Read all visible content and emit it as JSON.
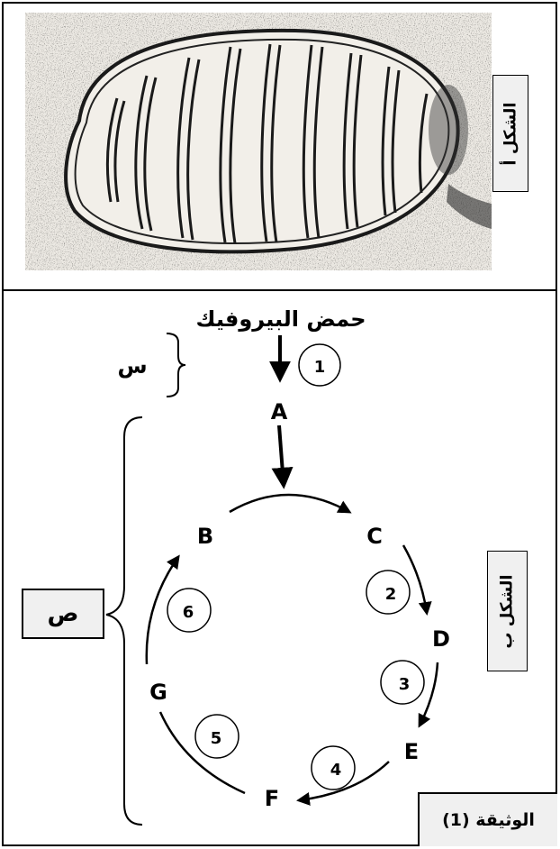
{
  "figure_a": {
    "label": "الشكل أ"
  },
  "figure_b": {
    "label": "الشكل ب",
    "title": "حمض البيروفيك",
    "bracket_top_label": "س",
    "bracket_cycle_label": "ص",
    "nodes": {
      "A": "A",
      "B": "B",
      "C": "C",
      "D": "D",
      "E": "E",
      "F": "F",
      "G": "G"
    },
    "steps": [
      "1",
      "2",
      "3",
      "4",
      "5",
      "6"
    ]
  },
  "document_label": "الوثيقة (1)"
}
